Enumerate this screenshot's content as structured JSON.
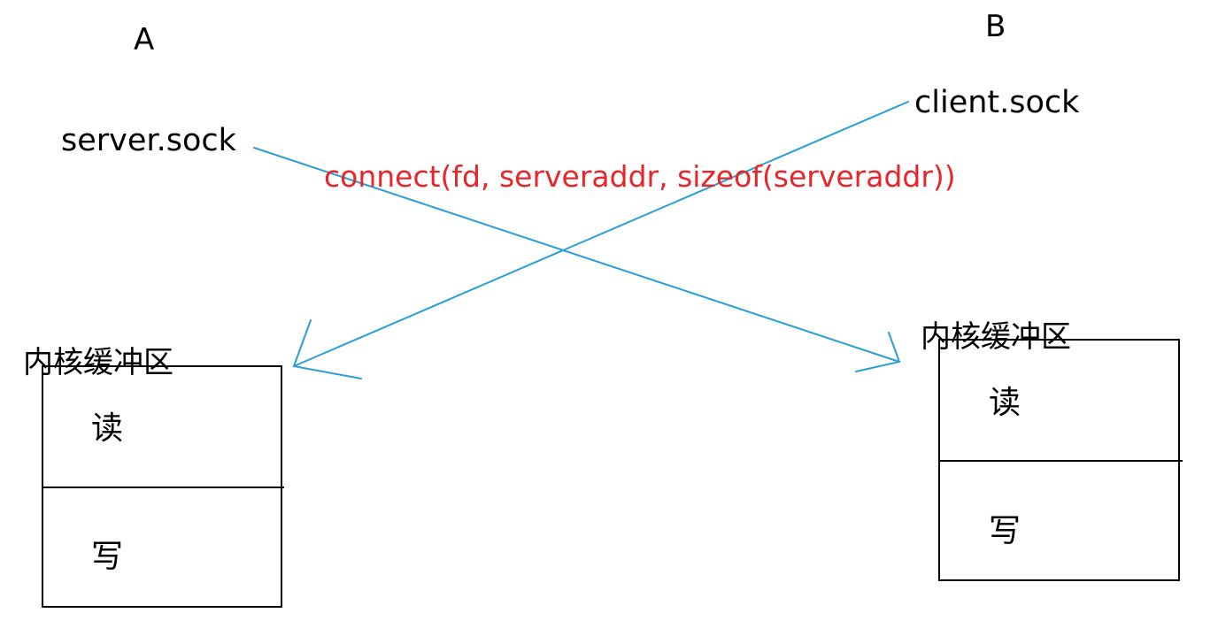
{
  "colors": {
    "text": "#000000",
    "arrow": "#2a9fd6",
    "annotation": "#e8262a"
  },
  "hosts": {
    "left": "A",
    "right": "B"
  },
  "sockets": {
    "server": "server.sock",
    "client": "client.sock"
  },
  "annotation": "connect(fd, serveraddr, sizeof(serveraddr))",
  "buffers": {
    "left": {
      "title": "内核缓冲区",
      "read": "读",
      "write": "写"
    },
    "right": {
      "title": "内核缓冲区",
      "read": "读",
      "write": "写"
    }
  }
}
